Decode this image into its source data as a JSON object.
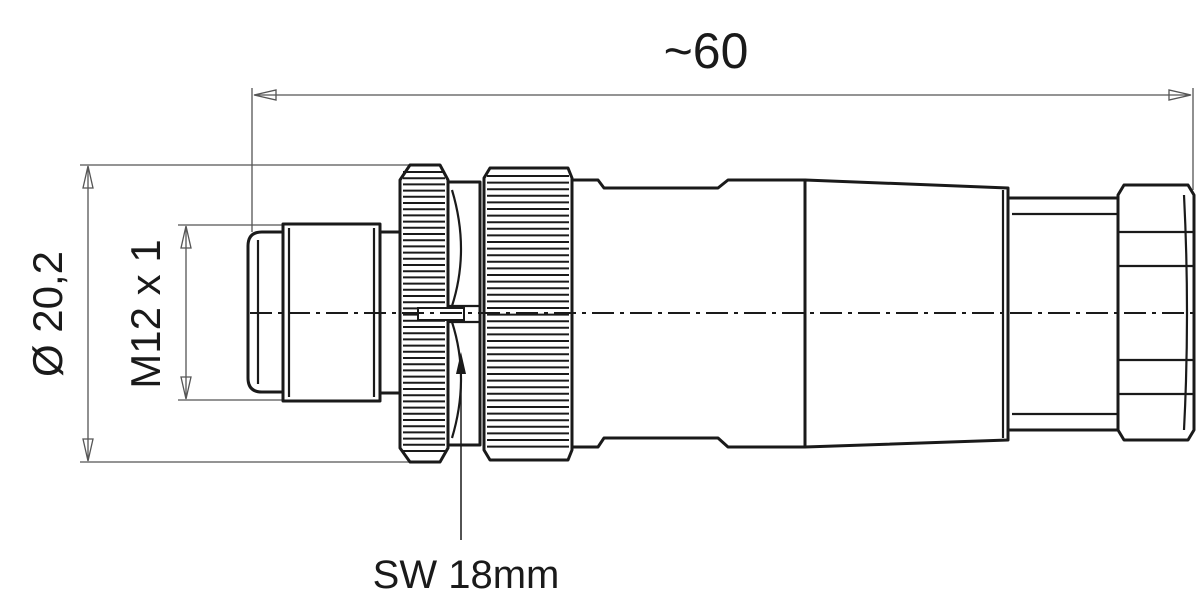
{
  "drawing": {
    "overall_length_label": "~60",
    "diameter_label": "Ø 20,2",
    "thread_label": "M12 x 1",
    "wrench_label": "SW 18mm"
  },
  "colors": {
    "line": "#1a1a1a",
    "dimension_line": "#555555",
    "background": "#ffffff"
  }
}
